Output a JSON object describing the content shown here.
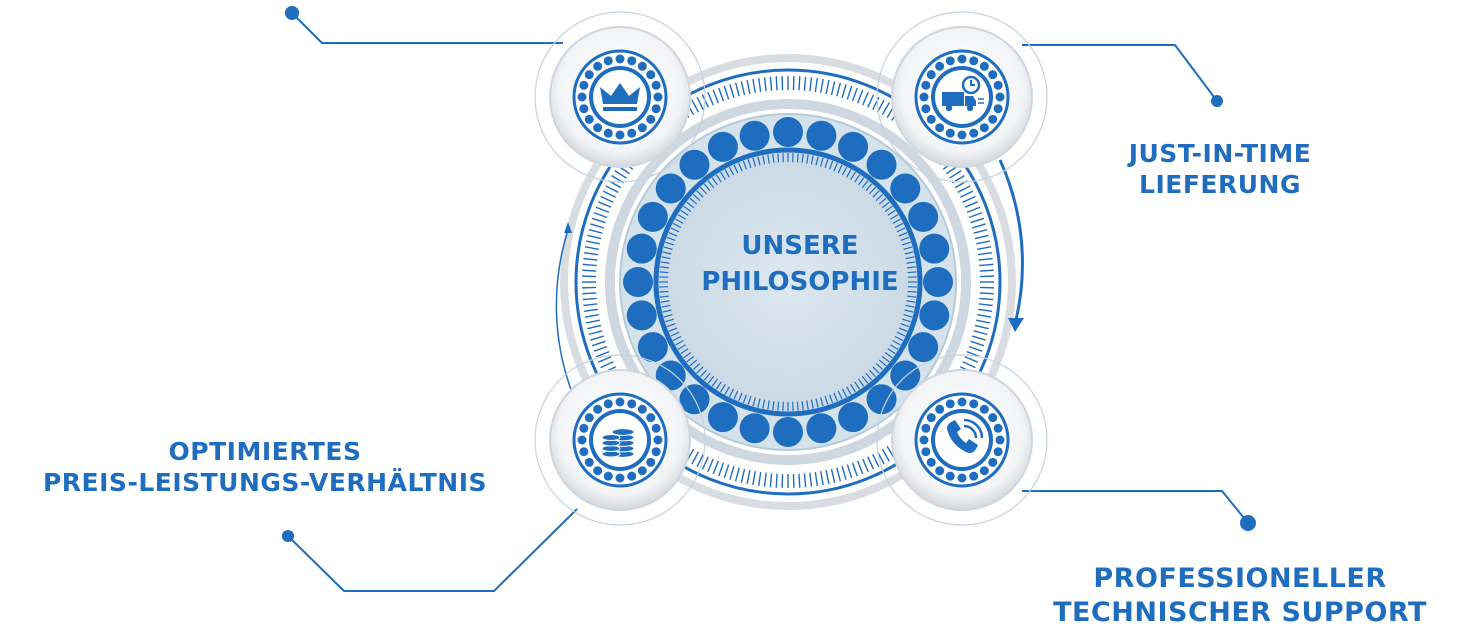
{
  "center": {
    "line1": "UNSERE",
    "line2": "PHILOSOPHIE"
  },
  "features": [
    {
      "id": "quality",
      "icon": "crown-icon",
      "lines": []
    },
    {
      "id": "delivery",
      "icon": "truck-clock-icon",
      "lines": [
        "JUST-IN-TIME",
        "LIEFERUNG"
      ]
    },
    {
      "id": "price",
      "icon": "coins-icon",
      "lines": [
        "OPTIMIERTES",
        "PREIS-LEISTUNGS-VERHÄLTNIS"
      ]
    },
    {
      "id": "support",
      "icon": "phone-icon",
      "lines": [
        "PROFESSIONELLER",
        "TECHNISCHER SUPPORT"
      ]
    }
  ],
  "colors": {
    "primary": "#1f6dbf",
    "center_fill": "#d4e2ec",
    "ring_gray": "#d9dde2"
  }
}
